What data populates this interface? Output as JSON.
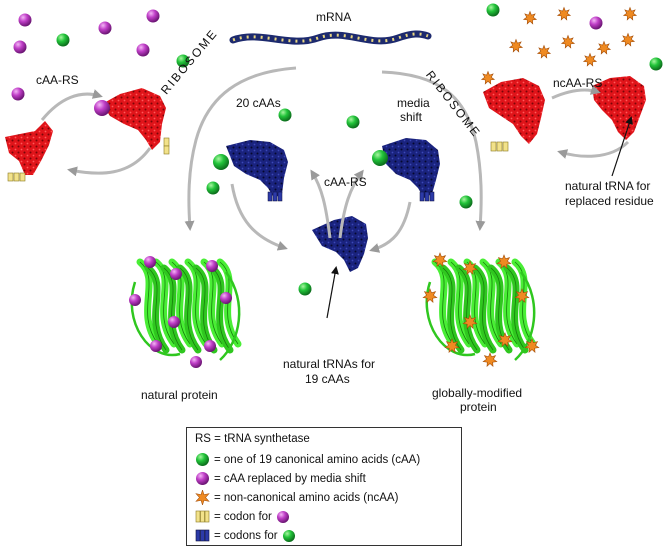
{
  "labels": {
    "mrna": "mRNA",
    "ribosome_left": "RIBOSOME",
    "ribosome_right": "RIBOSOME",
    "caa_rs_left": "cAA-RS",
    "ncaa_rs": "ncAA-RS",
    "twenty_caas": "20 cAAs",
    "media_shift_1": "media",
    "media_shift_2": "shift",
    "caa_rs_center": "cAA-RS",
    "natural_trna_replaced_1": "natural tRNA for",
    "natural_trna_replaced_2": "replaced residue",
    "natural_trnas_19_1": "natural tRNAs for",
    "natural_trnas_19_2": "19 cAAs",
    "natural_protein": "natural protein",
    "globally_modified_1": "globally-modified",
    "globally_modified_2": "protein"
  },
  "legend": {
    "title": "RS = tRNA synthetase",
    "items": [
      {
        "icon": "green-sphere-icon",
        "text": "= one of 19 canonical amino acids (cAA)"
      },
      {
        "icon": "magenta-sphere-icon",
        "text": "= cAA replaced by media shift"
      },
      {
        "icon": "orange-star-icon",
        "text": "= non-canonical amino acids (ncAA)"
      },
      {
        "icon": "yellow-codon-icon",
        "text": "= codon for",
        "tail_icon": "magenta-sphere-icon"
      },
      {
        "icon": "blue-codon-icon",
        "text": "= codons for",
        "tail_icon": "green-sphere-icon"
      }
    ]
  },
  "colors": {
    "caa": "#22c43a",
    "replaced_caa": "#c03fc8",
    "ncaa": "#ef8a22",
    "trna_red": "#e0141a",
    "trna_blue": "#1a237e",
    "protein": "#3fe32a",
    "arrow": "#b8b8b8"
  }
}
